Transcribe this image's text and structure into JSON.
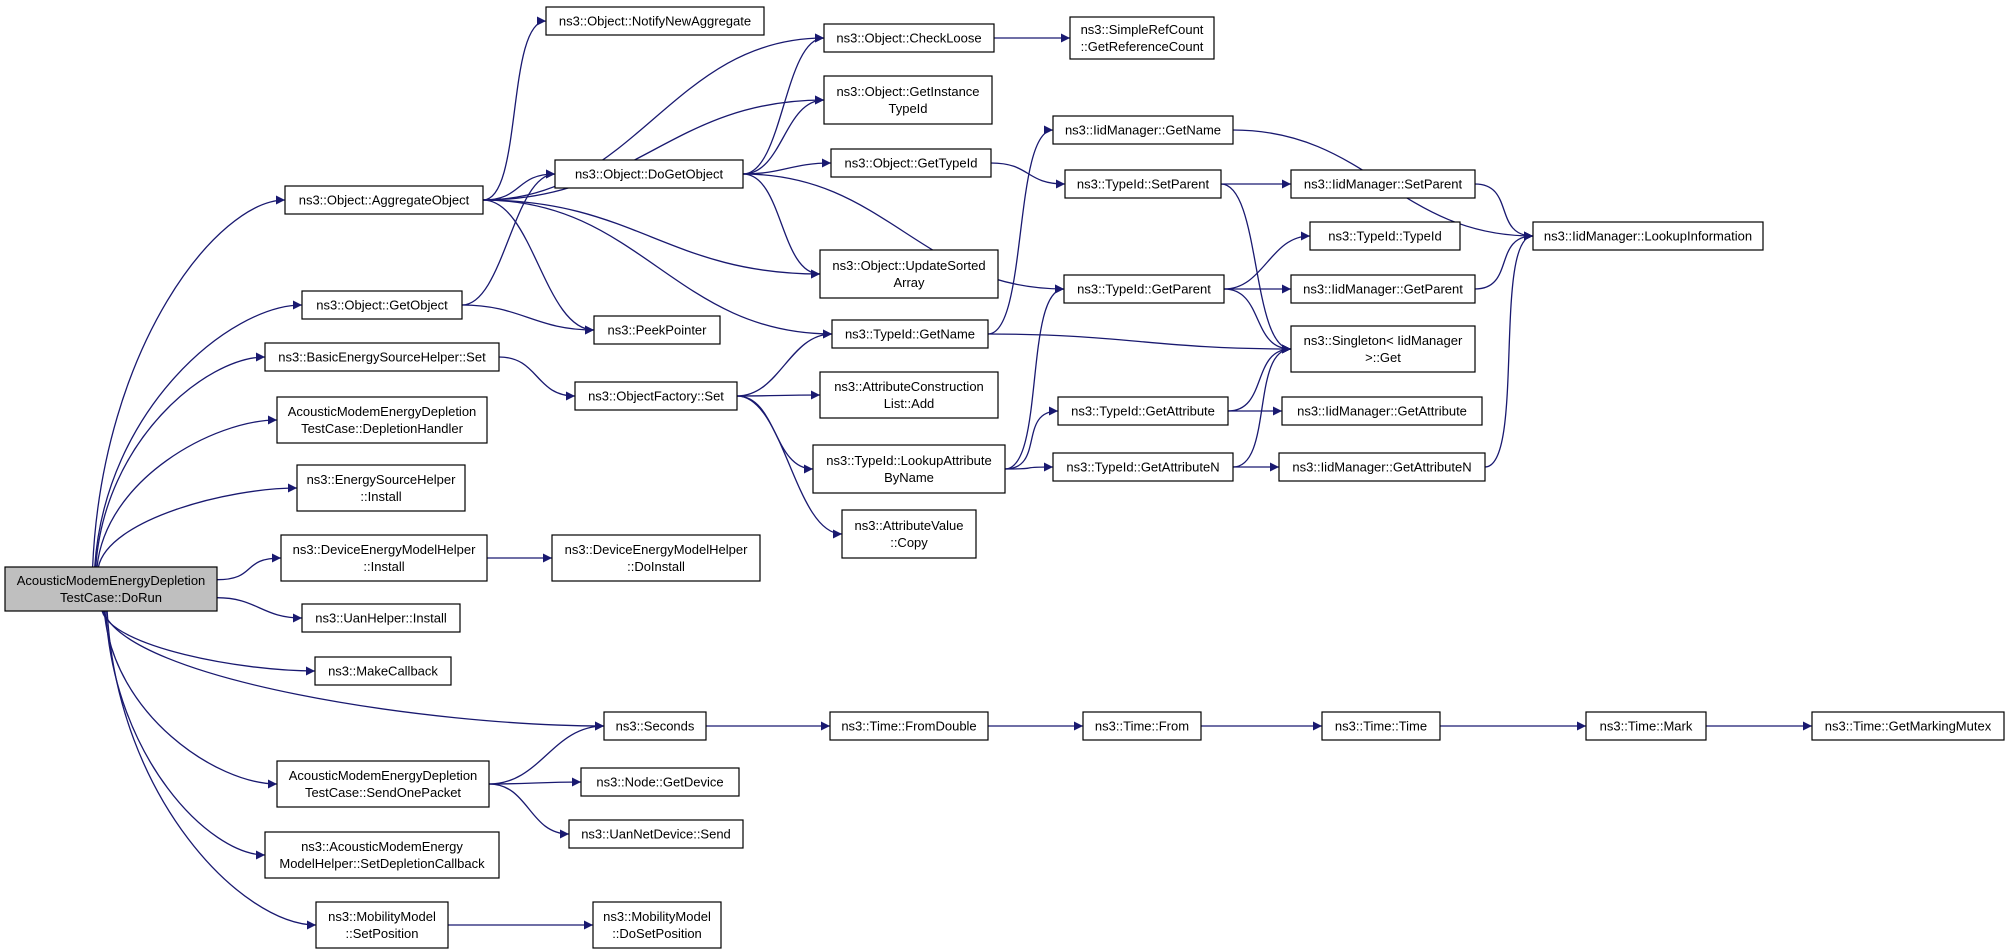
{
  "graph": {
    "edge_color": "#191970",
    "root_fill": "#bfbfbf",
    "nodes": [
      {
        "id": "root",
        "lines": [
          "AcousticModemEnergyDepletion",
          "TestCase::DoRun"
        ],
        "root": true
      },
      {
        "id": "aggregate",
        "lines": [
          "ns3::Object::AggregateObject"
        ]
      },
      {
        "id": "notifyNewAggregate",
        "lines": [
          "ns3::Object::NotifyNewAggregate"
        ]
      },
      {
        "id": "checkLoose",
        "lines": [
          "ns3::Object::CheckLoose"
        ]
      },
      {
        "id": "getReferenceCount",
        "lines": [
          "ns3::SimpleRefCount",
          "::GetReferenceCount"
        ]
      },
      {
        "id": "getInstanceTypeId",
        "lines": [
          "ns3::Object::GetInstance",
          "TypeId"
        ]
      },
      {
        "id": "doGetObject",
        "lines": [
          "ns3::Object::DoGetObject"
        ]
      },
      {
        "id": "objGetTypeId",
        "lines": [
          "ns3::Object::GetTypeId"
        ]
      },
      {
        "id": "updateSortedArray",
        "lines": [
          "ns3::Object::UpdateSorted",
          "Array"
        ]
      },
      {
        "id": "getObject",
        "lines": [
          "ns3::Object::GetObject"
        ]
      },
      {
        "id": "peekPointer",
        "lines": [
          "ns3::PeekPointer"
        ]
      },
      {
        "id": "basicEnergySet",
        "lines": [
          "ns3::BasicEnergySourceHelper::Set"
        ]
      },
      {
        "id": "objectFactorySet",
        "lines": [
          "ns3::ObjectFactory::Set"
        ]
      },
      {
        "id": "typeIdGetName",
        "lines": [
          "ns3::TypeId::GetName"
        ]
      },
      {
        "id": "attrConstructionAdd",
        "lines": [
          "ns3::AttributeConstruction",
          "List::Add"
        ]
      },
      {
        "id": "lookupAttributeByName",
        "lines": [
          "ns3::TypeId::LookupAttribute",
          "ByName"
        ]
      },
      {
        "id": "attributeValueCopy",
        "lines": [
          "ns3::AttributeValue",
          "::Copy"
        ]
      },
      {
        "id": "depletionHandler",
        "lines": [
          "AcousticModemEnergyDepletion",
          "TestCase::DepletionHandler"
        ]
      },
      {
        "id": "energySourceInstall",
        "lines": [
          "ns3::EnergySourceHelper",
          "::Install"
        ]
      },
      {
        "id": "deviceEnergyInstall",
        "lines": [
          "ns3::DeviceEnergyModelHelper",
          "::Install"
        ]
      },
      {
        "id": "deviceEnergyDoInstall",
        "lines": [
          "ns3::DeviceEnergyModelHelper",
          "::DoInstall"
        ]
      },
      {
        "id": "uanInstall",
        "lines": [
          "ns3::UanHelper::Install"
        ]
      },
      {
        "id": "makeCallback",
        "lines": [
          "ns3::MakeCallback"
        ]
      },
      {
        "id": "seconds",
        "lines": [
          "ns3::Seconds"
        ]
      },
      {
        "id": "sendOnePacket",
        "lines": [
          "AcousticModemEnergyDepletion",
          "TestCase::SendOnePacket"
        ]
      },
      {
        "id": "nodeGetDevice",
        "lines": [
          "ns3::Node::GetDevice"
        ]
      },
      {
        "id": "uanNetDeviceSend",
        "lines": [
          "ns3::UanNetDevice::Send"
        ]
      },
      {
        "id": "setDepletionCallback",
        "lines": [
          "ns3::AcousticModemEnergy",
          "ModelHelper::SetDepletionCallback"
        ]
      },
      {
        "id": "setPosition",
        "lines": [
          "ns3::MobilityModel",
          "::SetPosition"
        ]
      },
      {
        "id": "doSetPosition",
        "lines": [
          "ns3::MobilityModel",
          "::DoSetPosition"
        ]
      },
      {
        "id": "fromDouble",
        "lines": [
          "ns3::Time::FromDouble"
        ]
      },
      {
        "id": "timeFrom",
        "lines": [
          "ns3::Time::From"
        ]
      },
      {
        "id": "timeTime",
        "lines": [
          "ns3::Time::Time"
        ]
      },
      {
        "id": "timeMark",
        "lines": [
          "ns3::Time::Mark"
        ]
      },
      {
        "id": "getMarkingMutex",
        "lines": [
          "ns3::Time::GetMarkingMutex"
        ]
      },
      {
        "id": "iidGetName",
        "lines": [
          "ns3::IidManager::GetName"
        ]
      },
      {
        "id": "typeIdSetParent",
        "lines": [
          "ns3::TypeId::SetParent"
        ]
      },
      {
        "id": "iidSetParent",
        "lines": [
          "ns3::IidManager::SetParent"
        ]
      },
      {
        "id": "typeIdTypeId",
        "lines": [
          "ns3::TypeId::TypeId"
        ]
      },
      {
        "id": "typeIdGetParent",
        "lines": [
          "ns3::TypeId::GetParent"
        ]
      },
      {
        "id": "iidGetParent",
        "lines": [
          "ns3::IidManager::GetParent"
        ]
      },
      {
        "id": "singletonGet",
        "lines": [
          "ns3::Singleton< IidManager",
          ">::Get"
        ]
      },
      {
        "id": "typeIdGetAttribute",
        "lines": [
          "ns3::TypeId::GetAttribute"
        ]
      },
      {
        "id": "iidGetAttribute",
        "lines": [
          "ns3::IidManager::GetAttribute"
        ]
      },
      {
        "id": "typeIdGetAttributeN",
        "lines": [
          "ns3::TypeId::GetAttributeN"
        ]
      },
      {
        "id": "iidGetAttributeN",
        "lines": [
          "ns3::IidManager::GetAttributeN"
        ]
      },
      {
        "id": "iidLookupInformation",
        "lines": [
          "ns3::IidManager::LookupInformation"
        ]
      }
    ],
    "edges": [
      [
        "root",
        "aggregate"
      ],
      [
        "root",
        "getObject"
      ],
      [
        "root",
        "basicEnergySet"
      ],
      [
        "root",
        "depletionHandler"
      ],
      [
        "root",
        "energySourceInstall"
      ],
      [
        "root",
        "deviceEnergyInstall"
      ],
      [
        "root",
        "uanInstall"
      ],
      [
        "root",
        "makeCallback"
      ],
      [
        "root",
        "seconds"
      ],
      [
        "root",
        "sendOnePacket"
      ],
      [
        "root",
        "setDepletionCallback"
      ],
      [
        "root",
        "setPosition"
      ],
      [
        "aggregate",
        "notifyNewAggregate"
      ],
      [
        "aggregate",
        "checkLoose"
      ],
      [
        "aggregate",
        "getInstanceTypeId"
      ],
      [
        "aggregate",
        "doGetObject"
      ],
      [
        "aggregate",
        "updateSortedArray"
      ],
      [
        "aggregate",
        "peekPointer"
      ],
      [
        "aggregate",
        "typeIdGetName"
      ],
      [
        "checkLoose",
        "getReferenceCount"
      ],
      [
        "doGetObject",
        "checkLoose"
      ],
      [
        "doGetObject",
        "getInstanceTypeId"
      ],
      [
        "doGetObject",
        "objGetTypeId"
      ],
      [
        "doGetObject",
        "updateSortedArray"
      ],
      [
        "doGetObject",
        "typeIdGetParent"
      ],
      [
        "getObject",
        "doGetObject"
      ],
      [
        "getObject",
        "peekPointer"
      ],
      [
        "basicEnergySet",
        "objectFactorySet"
      ],
      [
        "objectFactorySet",
        "typeIdGetName"
      ],
      [
        "objectFactorySet",
        "attrConstructionAdd"
      ],
      [
        "objectFactorySet",
        "lookupAttributeByName"
      ],
      [
        "objectFactorySet",
        "attributeValueCopy"
      ],
      [
        "objGetTypeId",
        "typeIdSetParent"
      ],
      [
        "typeIdGetName",
        "iidGetName"
      ],
      [
        "typeIdGetName",
        "singletonGet"
      ],
      [
        "lookupAttributeByName",
        "typeIdGetParent"
      ],
      [
        "lookupAttributeByName",
        "typeIdGetAttribute"
      ],
      [
        "lookupAttributeByName",
        "typeIdGetAttributeN"
      ],
      [
        "deviceEnergyInstall",
        "deviceEnergyDoInstall"
      ],
      [
        "sendOnePacket",
        "seconds"
      ],
      [
        "sendOnePacket",
        "nodeGetDevice"
      ],
      [
        "sendOnePacket",
        "uanNetDeviceSend"
      ],
      [
        "setPosition",
        "doSetPosition"
      ],
      [
        "seconds",
        "fromDouble"
      ],
      [
        "fromDouble",
        "timeFrom"
      ],
      [
        "timeFrom",
        "timeTime"
      ],
      [
        "timeTime",
        "timeMark"
      ],
      [
        "timeMark",
        "getMarkingMutex"
      ],
      [
        "iidGetName",
        "iidLookupInformation"
      ],
      [
        "typeIdSetParent",
        "iidSetParent"
      ],
      [
        "typeIdSetParent",
        "singletonGet"
      ],
      [
        "iidSetParent",
        "iidLookupInformation"
      ],
      [
        "typeIdGetParent",
        "typeIdTypeId"
      ],
      [
        "typeIdGetParent",
        "iidGetParent"
      ],
      [
        "typeIdGetParent",
        "singletonGet"
      ],
      [
        "iidGetParent",
        "iidLookupInformation"
      ],
      [
        "typeIdGetAttribute",
        "singletonGet"
      ],
      [
        "typeIdGetAttribute",
        "iidGetAttribute"
      ],
      [
        "typeIdGetAttributeN",
        "singletonGet"
      ],
      [
        "typeIdGetAttributeN",
        "iidGetAttributeN"
      ],
      [
        "iidGetAttributeN",
        "iidLookupInformation"
      ]
    ]
  }
}
